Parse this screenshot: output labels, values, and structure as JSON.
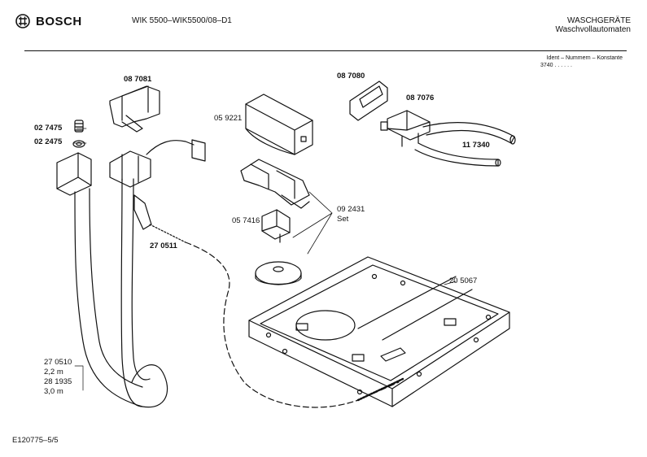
{
  "header": {
    "brand": "BOSCH",
    "model": "WIK 5500–WIK5500/08–D1",
    "category_line1": "WASCHGERÄTE",
    "category_line2": "Waschvollautomaten",
    "ident_label": "Ident – Nummern – Konstante",
    "ident_value": "3740 . . . . . ."
  },
  "parts": {
    "p087081": "08 7081",
    "p027475": "02 7475",
    "p022475": "02 2475",
    "p059221": "05 9221",
    "p087080": "08 7080",
    "p087076": "08 7076",
    "p117340": "11 7340",
    "p270511": "27 0511",
    "p057416": "05 7416",
    "p092431": "09 2431",
    "set": "Set",
    "p205067": "20 5067",
    "hose_a": "27 0510",
    "hose_a_len": "2,2 m",
    "hose_b": "28 1935",
    "hose_b_len": "3,0 m"
  },
  "footer": {
    "doc_id": "E120775–5/5"
  },
  "colors": {
    "ink": "#111111",
    "paper": "#ffffff"
  }
}
